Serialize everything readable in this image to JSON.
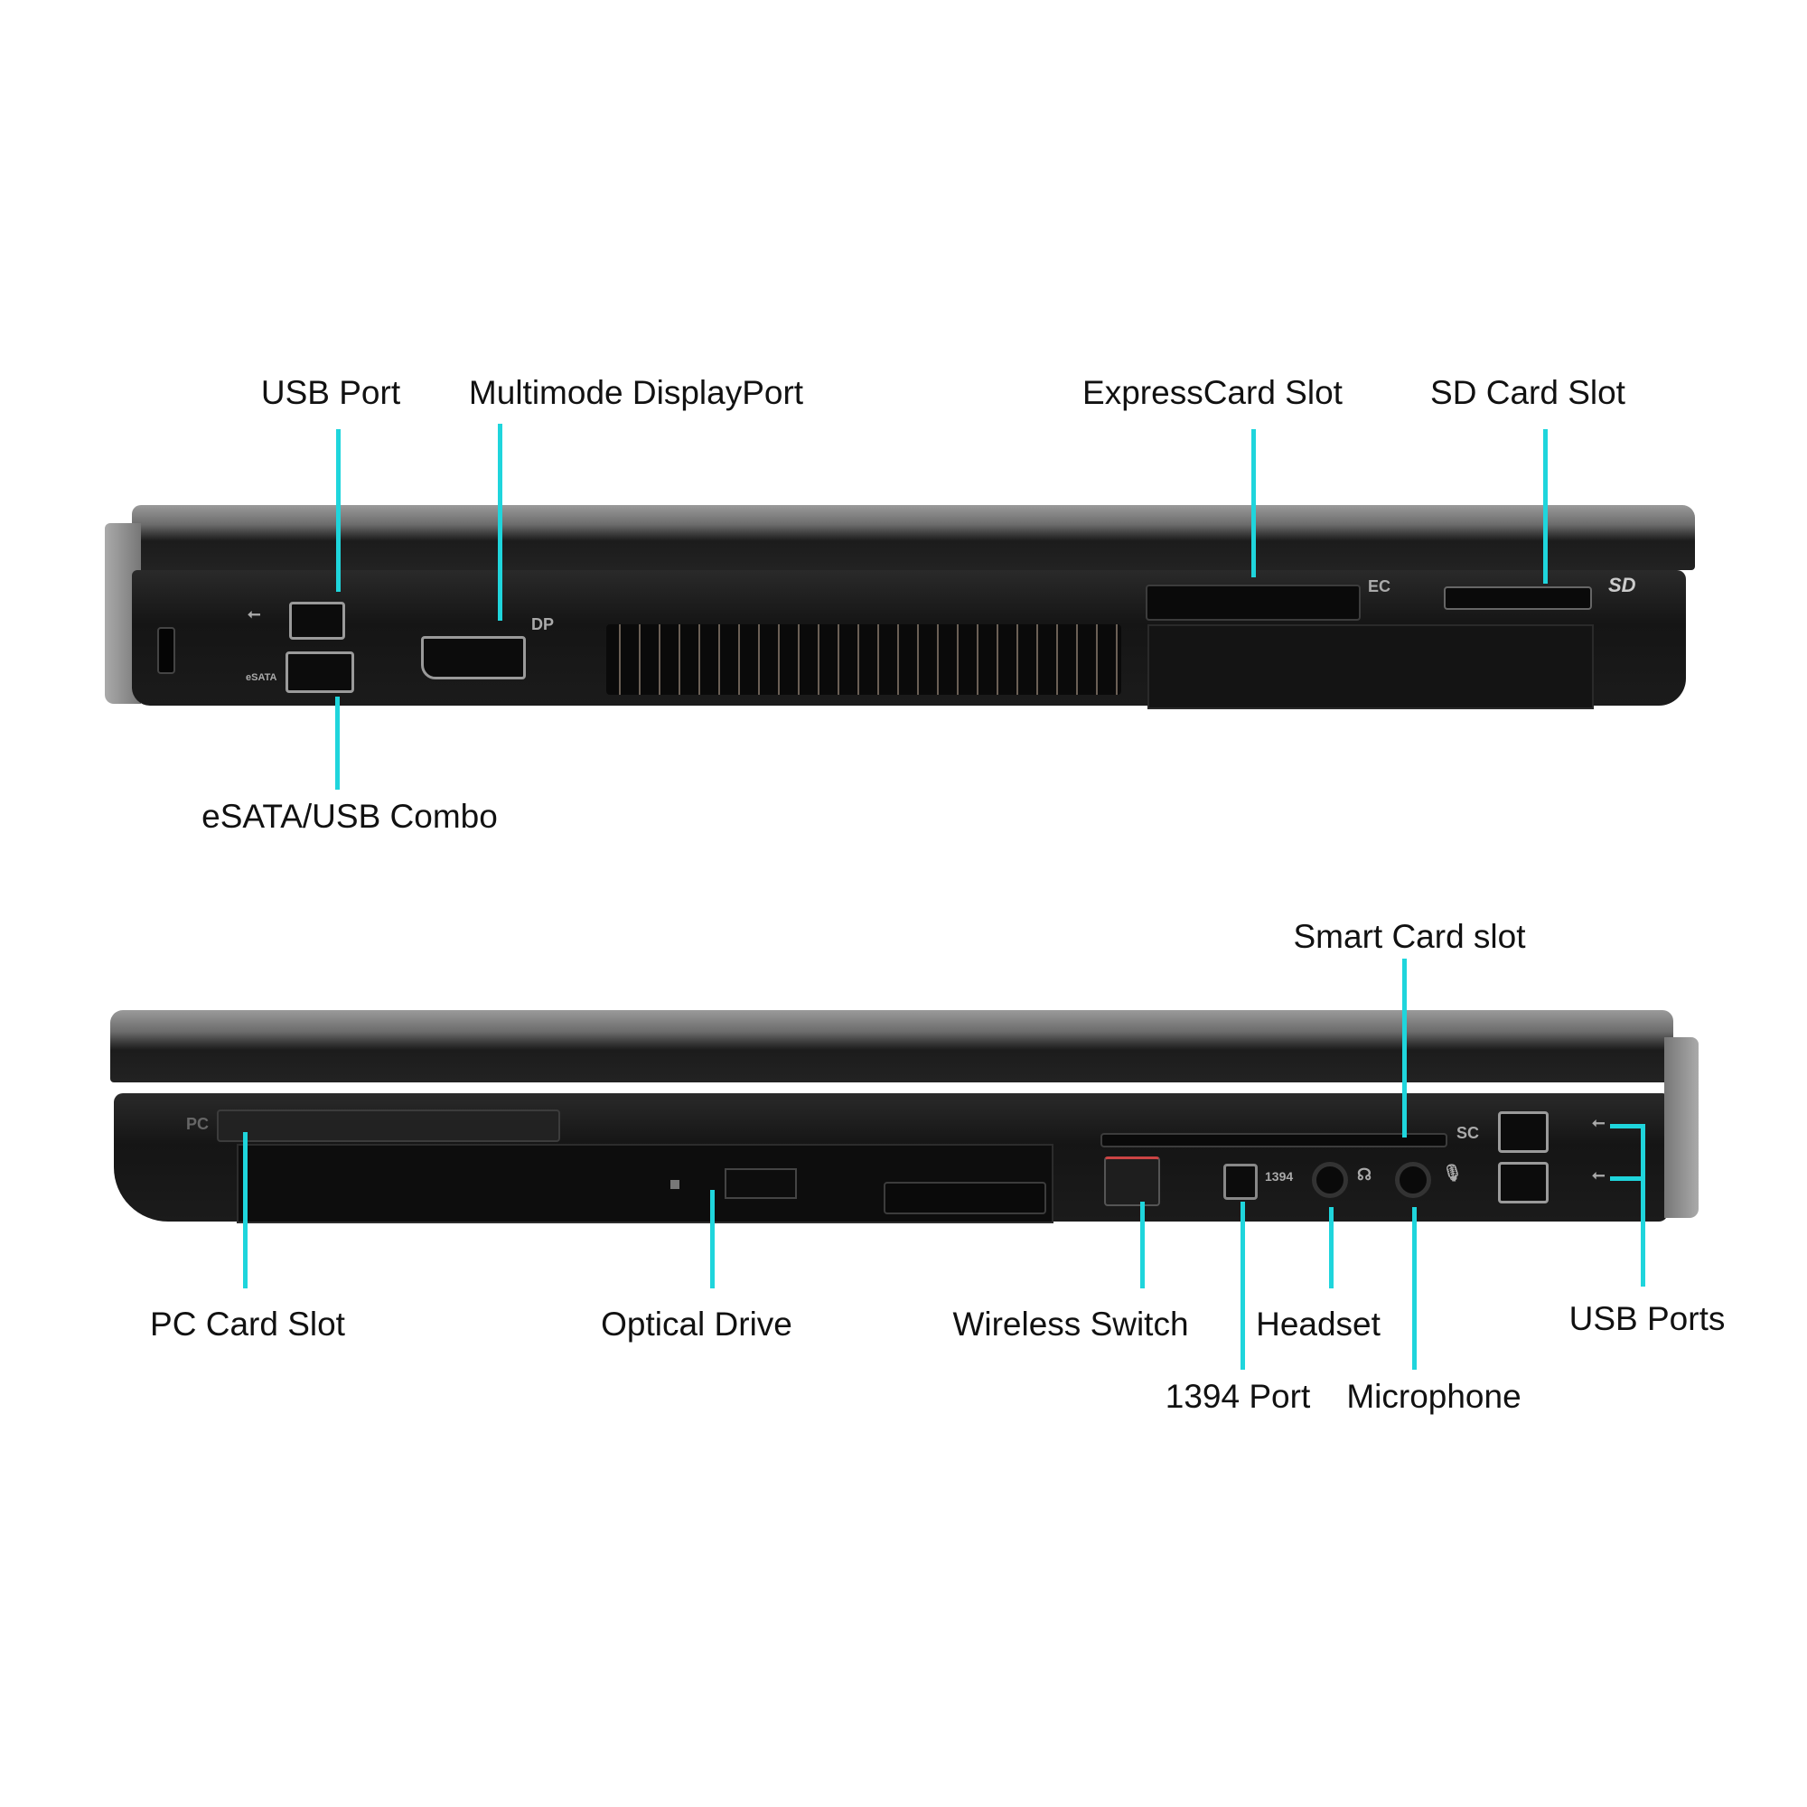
{
  "top_view": {
    "labels": {
      "usb_port": "USB Port",
      "displayport": "Multimode DisplayPort",
      "expresscard": "ExpressCard Slot",
      "sd_card": "SD Card Slot",
      "esata_usb": "eSATA/USB Combo"
    },
    "markings": {
      "ec": "EC",
      "sd": "SD",
      "esata": "eSATA",
      "dp": "DP"
    }
  },
  "bottom_view": {
    "labels": {
      "smart_card": "Smart Card slot",
      "pc_card": "PC Card Slot",
      "optical_drive": "Optical Drive",
      "wireless_switch": "Wireless Switch",
      "headset": "Headset",
      "port_1394": "1394 Port",
      "microphone": "Microphone",
      "usb_ports": "USB Ports"
    },
    "markings": {
      "sc": "SC",
      "pc": "PC",
      "p1394": "1394"
    }
  },
  "colors": {
    "callout": "#1fd5dc",
    "laptop_body": "#1a1a1a",
    "lid_top": "#8a8a8a"
  }
}
